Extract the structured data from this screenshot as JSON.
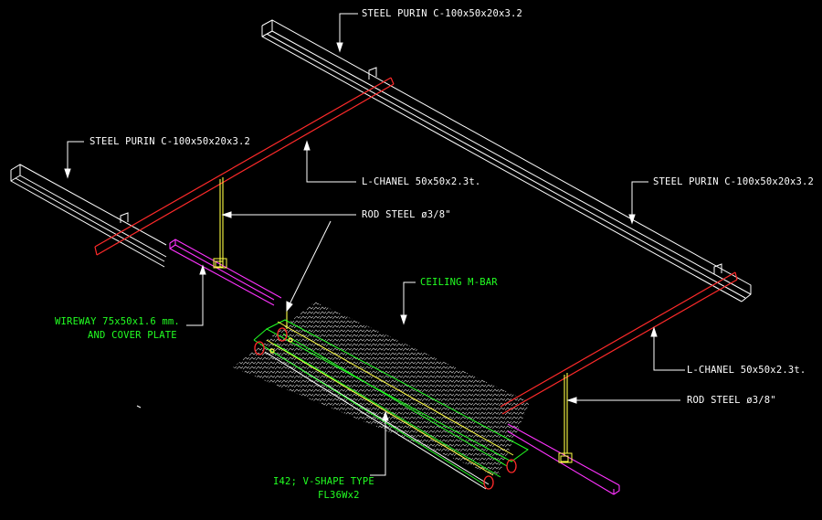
{
  "labels": {
    "purlin_top": "STEEL PURIN C-100x50x20x3.2",
    "purlin_left": "STEEL PURIN C-100x50x20x3.2",
    "purlin_right": "STEEL PURIN C-100x50x20x3.2",
    "lchannel_left": "L-CHANEL 50x50x2.3t.",
    "lchannel_right": "L-CHANEL 50x50x2.3t.",
    "rod_left": "ROD STEEL ø3/8\"",
    "rod_right": "ROD STEEL ø3/8\"",
    "ceiling_mbar": "CEILING M-BAR",
    "wireway_line1": "WIREWAY 75x50x1.6 mm.",
    "wireway_line2": "AND COVER PLATE",
    "fixture_line1": "I42; V-SHAPE TYPE",
    "fixture_line2": "FL36Wx2"
  },
  "colors": {
    "background": "#000000",
    "purlin": "#ffffff",
    "lchannel": "#ff2a2a",
    "rod": "#ffff44",
    "wireway": "#ff33ff",
    "mbar": "#22ff22",
    "ceiling_hatch": "#ffffff",
    "leader": "#ffffff",
    "text_white": "#ffffff",
    "text_green": "#22ff22"
  }
}
